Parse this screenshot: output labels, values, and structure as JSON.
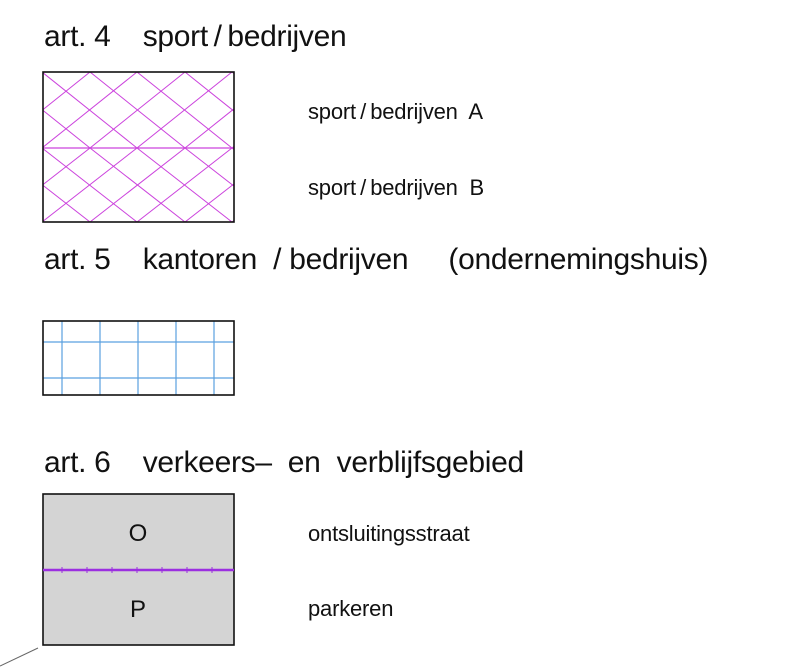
{
  "sections": [
    {
      "heading": "art. 4    sport / bedrijven",
      "legend": [
        {
          "label": "sport / bedrijven  A",
          "pattern": "diagonal-crosshatch"
        },
        {
          "label": "sport / bedrijven  B",
          "pattern": "diagonal-crosshatch"
        }
      ],
      "color": "#cc44dd"
    },
    {
      "heading": "art. 5    kantoren  / bedrijven     (ondernemingshuis)",
      "legend": [],
      "color": "#5aa0e0",
      "pattern": "grid"
    },
    {
      "heading": "art. 6    verkeers–  en  verblijfsgebied",
      "legend": [
        {
          "code": "O",
          "label": "ontsluitingsstraat"
        },
        {
          "code": "P",
          "label": "parkeren"
        }
      ],
      "fill": "#d4d4d4",
      "divider_color": "#9b2fe0"
    }
  ]
}
